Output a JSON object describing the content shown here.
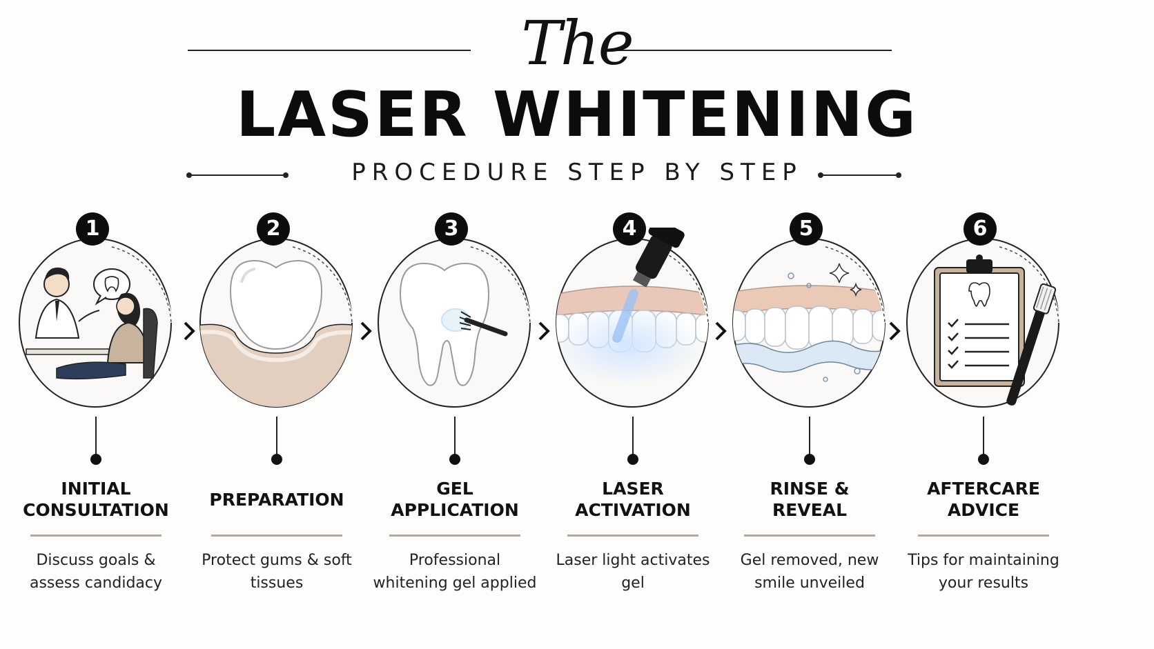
{
  "header": {
    "script_title": "The",
    "main_title": "LASER WHITENING",
    "subtitle": "PROCEDURE STEP BY STEP"
  },
  "colors": {
    "accent_underline": "#b8a89a",
    "ink": "#111111",
    "gum": "#d9c4b4",
    "laser_blue": "#9cc3f2"
  },
  "steps": [
    {
      "number": "1",
      "title": [
        "INITIAL",
        "CONSULTATION"
      ],
      "description": "Discuss goals & assess candidacy",
      "icon": "consultation-illustration-icon"
    },
    {
      "number": "2",
      "title": [
        "PREPARATION"
      ],
      "description": "Protect gums & soft tissues",
      "icon": "protected-tooth-icon"
    },
    {
      "number": "3",
      "title": [
        "GEL",
        "APPLICATION"
      ],
      "description": "Professional whitening gel applied",
      "icon": "tooth-gel-brush-icon"
    },
    {
      "number": "4",
      "title": [
        "LASER",
        "ACTIVATION"
      ],
      "description": "Laser light activates gel",
      "icon": "laser-teeth-icon"
    },
    {
      "number": "5",
      "title": [
        "RINSE &",
        "REVEAL"
      ],
      "description": "Gel removed, new smile unveiled",
      "icon": "rinse-teeth-icon"
    },
    {
      "number": "6",
      "title": [
        "AFTERCARE",
        "ADVICE"
      ],
      "description": "Tips for maintaining your results",
      "icon": "clipboard-toothbrush-icon"
    }
  ]
}
